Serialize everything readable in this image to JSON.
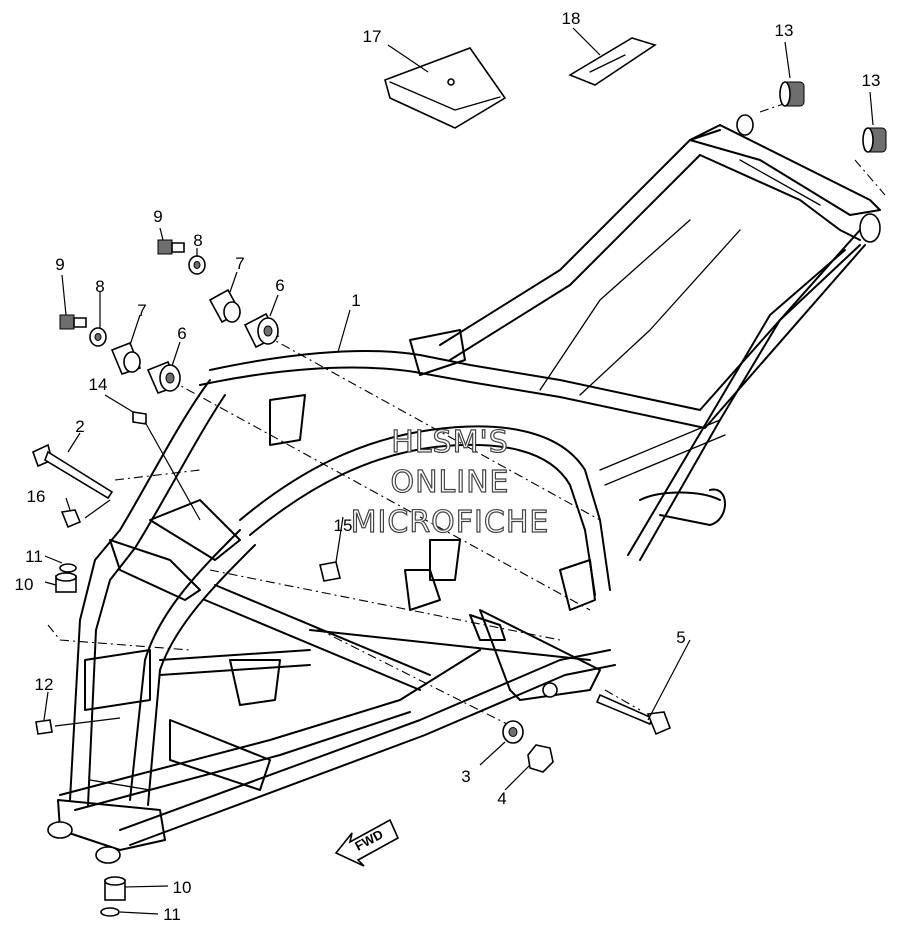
{
  "diagram": {
    "part_labels": [
      {
        "id": "label-1",
        "text": "1"
      },
      {
        "id": "label-2",
        "text": "2"
      },
      {
        "id": "label-3",
        "text": "3"
      },
      {
        "id": "label-4",
        "text": "4"
      },
      {
        "id": "label-5",
        "text": "5"
      },
      {
        "id": "label-6a",
        "text": "6"
      },
      {
        "id": "label-6b",
        "text": "6"
      },
      {
        "id": "label-7a",
        "text": "7"
      },
      {
        "id": "label-7b",
        "text": "7"
      },
      {
        "id": "label-8a",
        "text": "8"
      },
      {
        "id": "label-8b",
        "text": "8"
      },
      {
        "id": "label-9a",
        "text": "9"
      },
      {
        "id": "label-9b",
        "text": "9"
      },
      {
        "id": "label-10a",
        "text": "10"
      },
      {
        "id": "label-10b",
        "text": "10"
      },
      {
        "id": "label-11a",
        "text": "11"
      },
      {
        "id": "label-11b",
        "text": "11"
      },
      {
        "id": "label-12",
        "text": "12"
      },
      {
        "id": "label-13a",
        "text": "13"
      },
      {
        "id": "label-13b",
        "text": "13"
      },
      {
        "id": "label-14",
        "text": "14"
      },
      {
        "id": "label-15",
        "text": "15"
      },
      {
        "id": "label-16",
        "text": "16"
      },
      {
        "id": "label-17",
        "text": "17"
      },
      {
        "id": "label-18",
        "text": "18"
      }
    ],
    "watermark": {
      "line1": "HLSM'S",
      "line2": "ONLINE",
      "line3": "MICROFICHE"
    },
    "direction_arrow": {
      "text": "FWD"
    }
  }
}
